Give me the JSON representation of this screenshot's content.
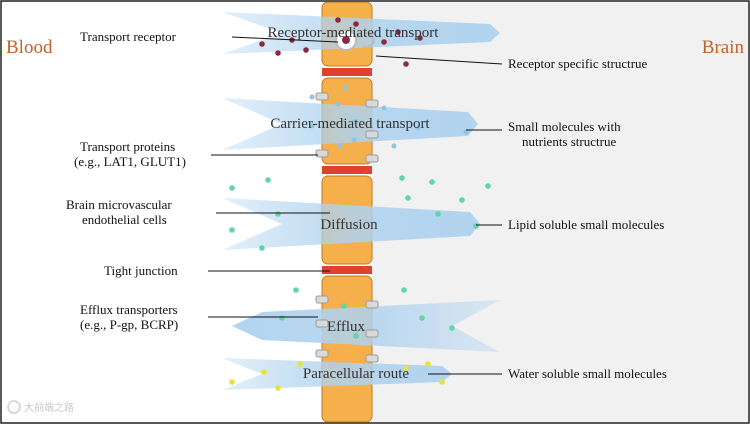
{
  "sides": {
    "blood": "Blood",
    "brain": "Brain"
  },
  "routes": {
    "receptor": "Receptor-mediated transport",
    "carrier": "Carrier-mediated transport",
    "diffusion": "Diffusion",
    "efflux": "Efflux",
    "paracellular": "Paracellular route"
  },
  "left_labels": {
    "transport_receptor": "Transport receptor",
    "transport_proteins_1": "Transport proteins",
    "transport_proteins_2": "(e.g., LAT1, GLUT1)",
    "endothelial_1": "Brain microvascular",
    "endothelial_2": "endothelial cells",
    "tight_junction": "Tight junction",
    "efflux_1": "Efflux transporters",
    "efflux_2": "(e.g., P-gp, BCRP)"
  },
  "right_labels": {
    "receptor_specific": "Receptor specific structrue",
    "small_molecules_1": "Small molecules with",
    "small_molecules_2": "nutrients structrue",
    "lipid": "Lipid soluble small molecules",
    "water": "Water soluble small molecules"
  },
  "watermark": "大前端之路",
  "colors": {
    "cell": "#f5b04c",
    "cell_border": "#c07a22",
    "junction": "#e0412e",
    "arrow": "#aed2ef",
    "brain_bg": "#f1f1f1",
    "side_text": "#c0632c",
    "receptor_dot": "#8a2a3e",
    "nutrient_dot": "#8ec3e6",
    "lipid_dot": "#5ed6a6",
    "water_dot": "#e8e23a"
  }
}
